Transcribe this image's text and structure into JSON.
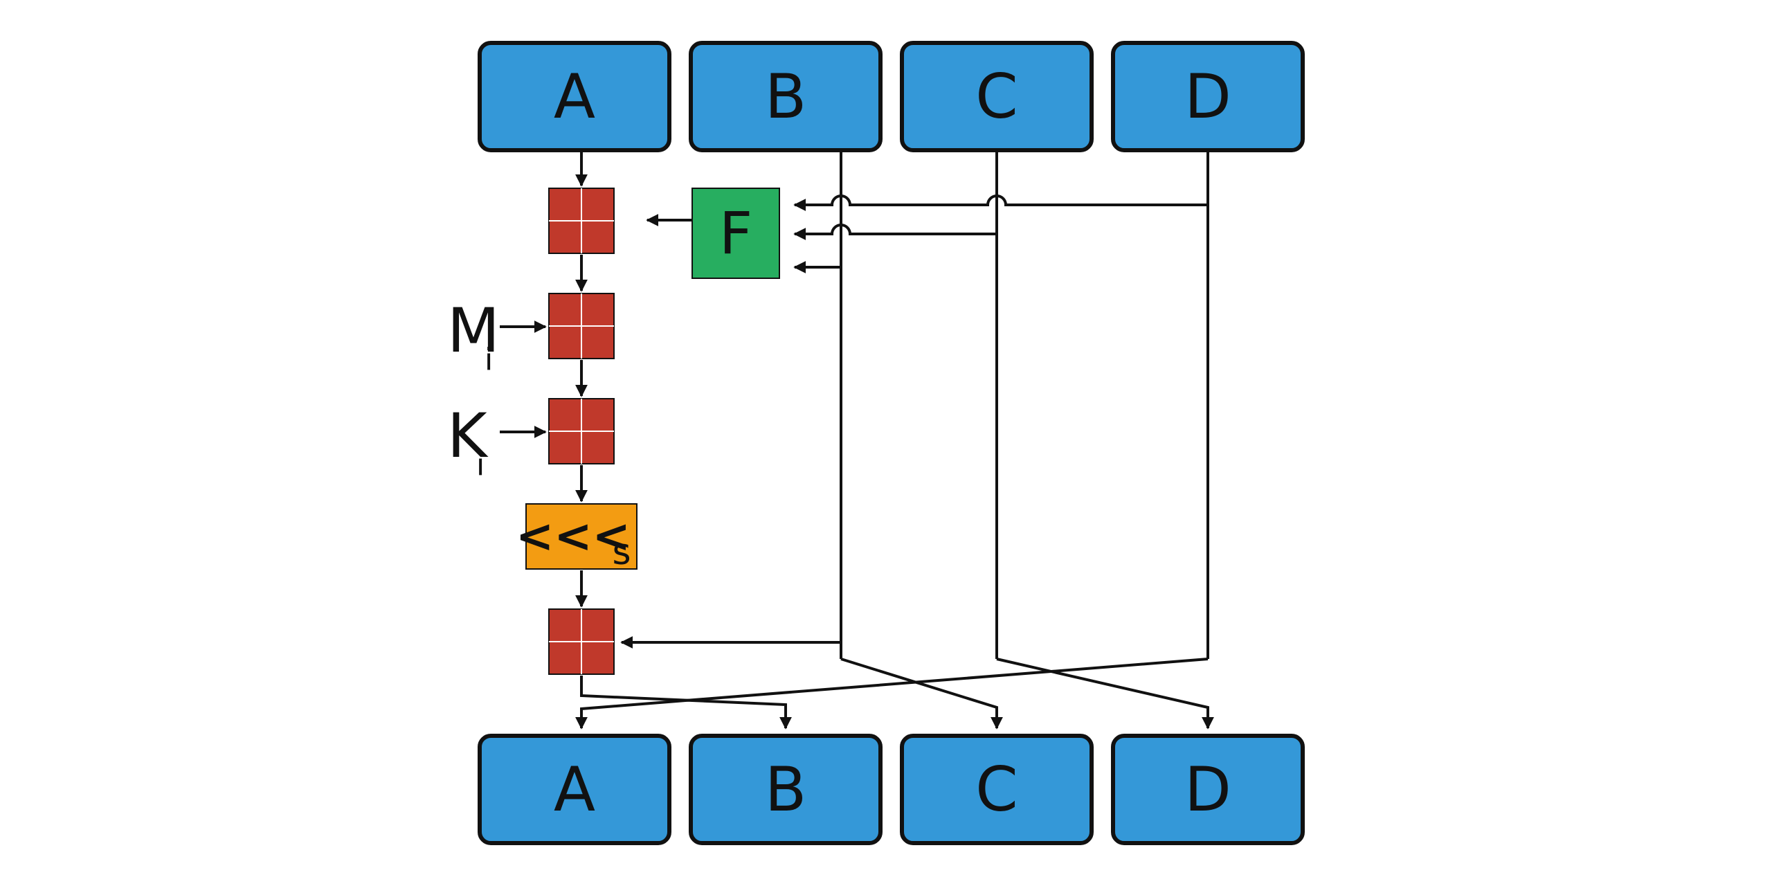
{
  "inputs": [
    "A",
    "B",
    "C",
    "D"
  ],
  "outputs": [
    "A",
    "B",
    "C",
    "D"
  ],
  "function_label": "F",
  "message_label": {
    "main": "M",
    "sub": "i"
  },
  "constant_label": {
    "main": "K",
    "sub": "i"
  },
  "rotate_label": {
    "main": "<<<",
    "sub": "s"
  },
  "colors": {
    "register": "#3498d8",
    "adder": "#c0392b",
    "function": "#27ae60",
    "rotate": "#f39c12",
    "line": "#111111"
  }
}
